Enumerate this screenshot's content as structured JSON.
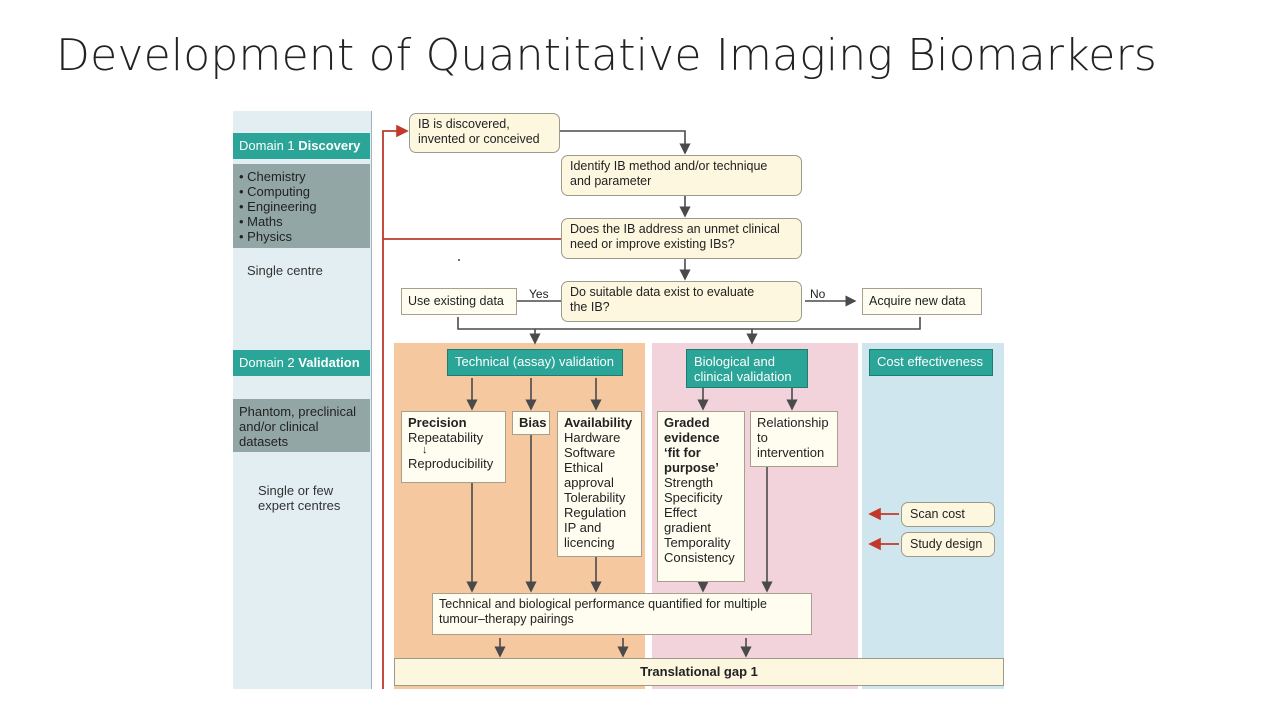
{
  "slide": {
    "title": "Development of Quantitative Imaging Biomarkers"
  },
  "domains": {
    "d1": {
      "prefix": "Domain 1",
      "name": "Discovery",
      "fields": [
        "• Chemistry",
        "• Computing",
        "• Engineering",
        "• Maths",
        "• Physics"
      ],
      "setting": "Single centre"
    },
    "d2": {
      "prefix": "Domain 2",
      "name": "Validation",
      "datasets": [
        "Phantom, preclinical",
        "and/or clinical",
        "datasets"
      ],
      "setting": [
        "Single or few",
        "expert centres"
      ]
    }
  },
  "flow": {
    "discovered": [
      "IB is discovered,",
      "invented or conceived"
    ],
    "identify": [
      "Identify IB method and/or technique",
      "and parameter"
    ],
    "unmet": [
      "Does the IB address an unmet clinical",
      "need or improve existing IBs?"
    ],
    "suitable": [
      "Do suitable data exist to evaluate",
      "the IB?"
    ],
    "yes": "Yes",
    "no": "No",
    "use_existing": "Use existing data",
    "acquire_new": "Acquire new data"
  },
  "technical": {
    "header": "Technical (assay) validation",
    "precision": {
      "title": "Precision",
      "items": [
        "Repeatability",
        "Reproducibility"
      ]
    },
    "bias": "Bias",
    "availability": {
      "title": "Availability",
      "items": [
        "Hardware",
        "Software",
        "Ethical",
        "approval",
        "Tolerability",
        "Regulation",
        "IP and",
        "licencing"
      ]
    }
  },
  "biological": {
    "header": [
      "Biological and",
      "clinical validation"
    ],
    "graded": {
      "title": [
        "Graded",
        "evidence",
        "‘fit for",
        "purpose’"
      ],
      "items": [
        "Strength",
        "Specificity",
        "Effect",
        "gradient",
        "Temporality",
        "Consistency"
      ]
    },
    "relationship": [
      "Relationship",
      "to",
      "intervention"
    ]
  },
  "cost": {
    "header": "Cost effectiveness",
    "scan_cost": "Scan cost",
    "study_design": "Study design"
  },
  "performance": [
    "Technical and biological performance quantified for multiple",
    "tumour–therapy pairings"
  ],
  "gap": "Translational gap 1",
  "colors": {
    "teal": "#2aa598",
    "red": "#c0392b",
    "tech_zone": "#f6c8a0",
    "bio_zone": "#f2d3dc",
    "cost_zone": "#cfe6ef"
  }
}
